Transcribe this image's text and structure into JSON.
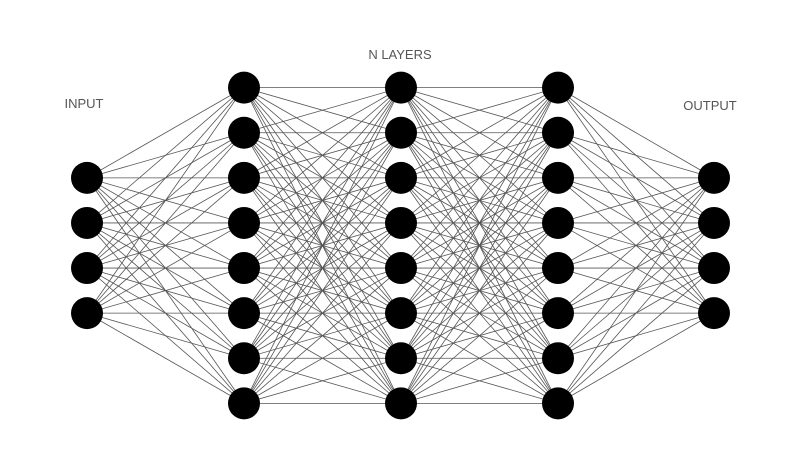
{
  "labels": {
    "input": "INPUT",
    "hidden": "N LAYERS",
    "output": "OUTPUT"
  },
  "network": {
    "layers": [
      {
        "name": "input",
        "nodes": 4
      },
      {
        "name": "hidden-1",
        "nodes": 8
      },
      {
        "name": "hidden-2",
        "nodes": 8
      },
      {
        "name": "hidden-3",
        "nodes": 8
      },
      {
        "name": "output",
        "nodes": 4
      }
    ],
    "fully_connected": true
  },
  "colors": {
    "node": "#000000",
    "edge": "#555555",
    "label": "#555555"
  }
}
